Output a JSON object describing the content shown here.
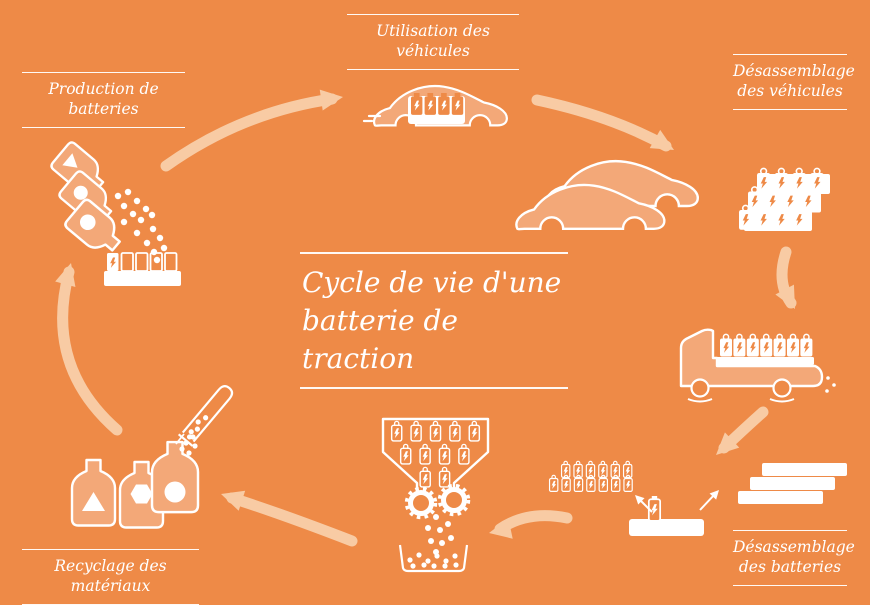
{
  "title": {
    "text": "Cycle de vie d'une\nbatterie de traction"
  },
  "stages": {
    "production": {
      "label": "Production de batteries"
    },
    "utilisation": {
      "label": "Utilisation des véhicules"
    },
    "desassemblage_vehicules": {
      "label": "Désassemblage\ndes véhicules"
    },
    "desassemblage_batteries": {
      "label": "Désassemblage\ndes batteries"
    },
    "recyclage": {
      "label": "Recyclage des matériaux"
    }
  },
  "colors": {
    "background": "#EE8A47",
    "illustration_fill": "#F3A878",
    "arrow": "#F8CBA4",
    "white": "#FFFFFF"
  },
  "icons": {
    "production": "pouring-bottles-into-battery-tray-icon",
    "utilisation": "electric-car-with-batteries-icon",
    "desassemblage_vehicules": "cars-pair-icon, battery-stack-icon",
    "transport": "battery-truck-icon",
    "desassemblage_batteries": "battery-module-icon, battery-cells-icon, battery-plates-icon",
    "broyage": "shredder-with-gears-icon",
    "recyclage": "test-tube-icon, flasks-icon",
    "flow": "seven peach curved arrows forming a clockwise cycle"
  }
}
